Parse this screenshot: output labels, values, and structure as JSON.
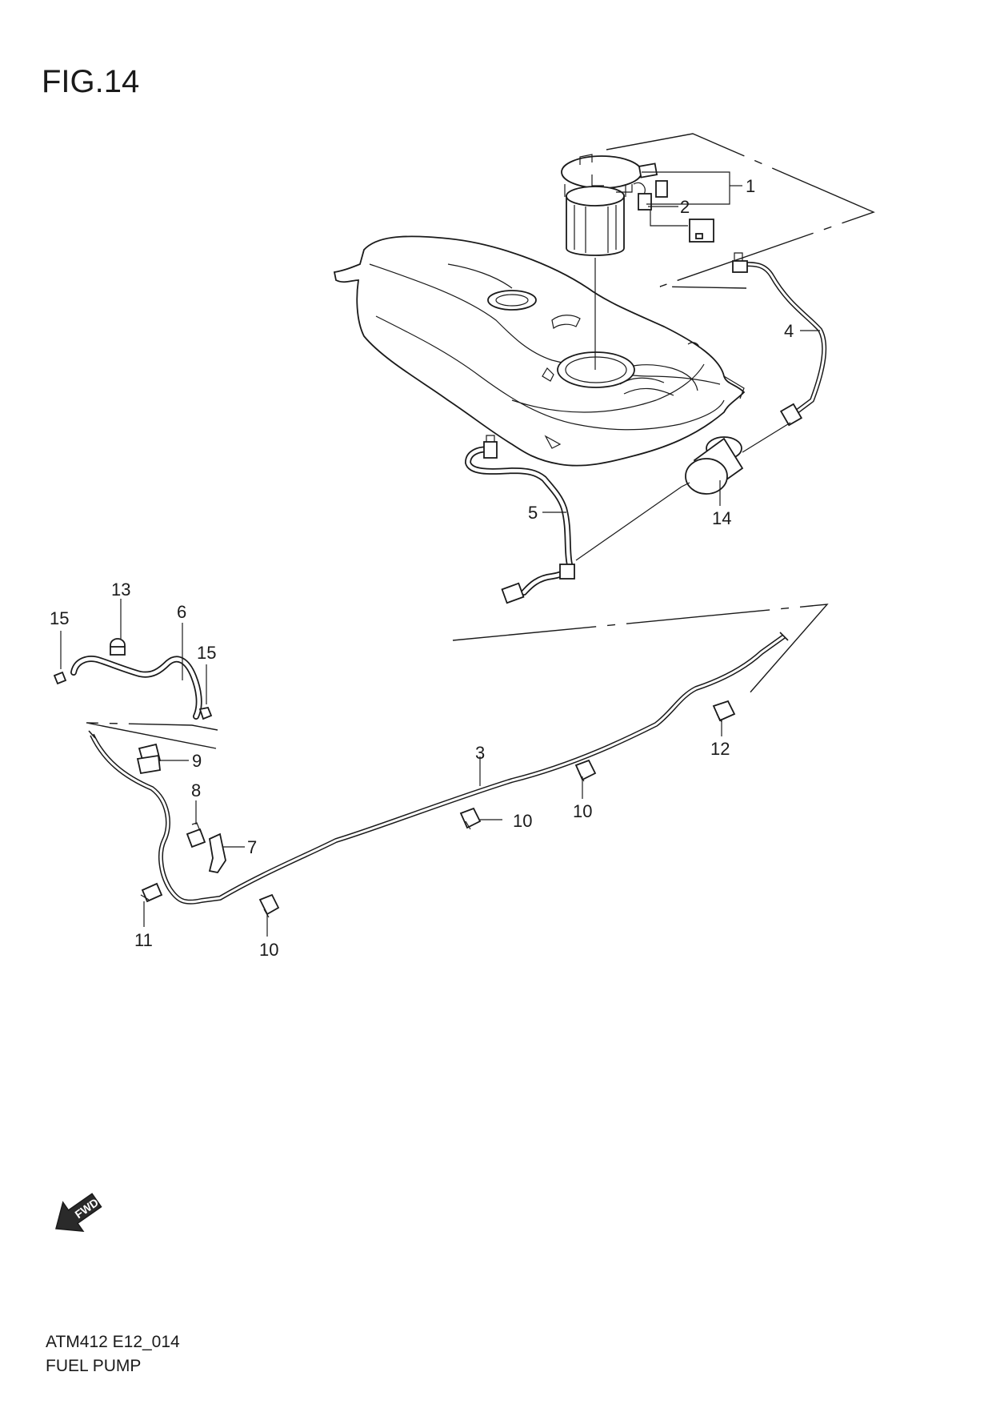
{
  "figure": {
    "title": "FIG.14",
    "code": "ATM412 E12_014",
    "name": "FUEL PUMP",
    "fwd_label": "FWD"
  },
  "callouts": {
    "c1": "1",
    "c2": "2",
    "c3": "3",
    "c4": "4",
    "c5": "5",
    "c6": "6",
    "c7": "7",
    "c8": "8",
    "c9": "9",
    "c10a": "10",
    "c10b": "10",
    "c10c": "10",
    "c11": "11",
    "c12": "12",
    "c13": "13",
    "c14": "14",
    "c15a": "15",
    "c15b": "15"
  },
  "icons": {
    "direction": "fwd-arrow-icon"
  }
}
